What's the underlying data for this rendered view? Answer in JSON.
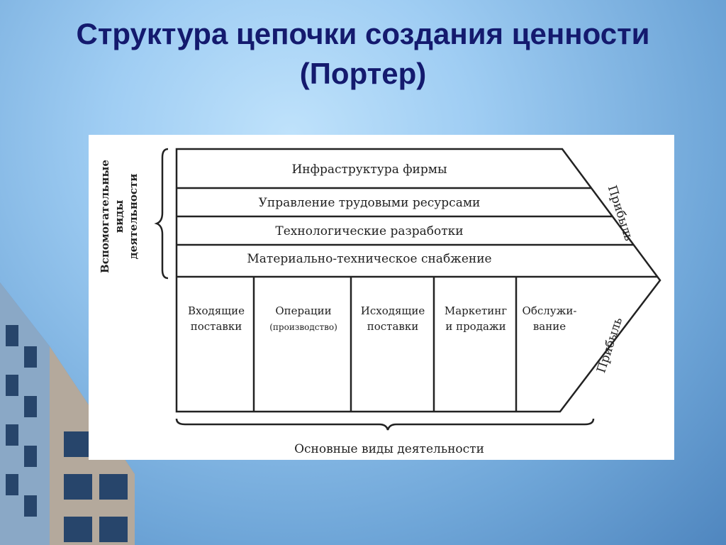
{
  "slide": {
    "title_line1": "Структура цепочки создания ценности",
    "title_line2": "(Портер)"
  },
  "diagram": {
    "support_label_line1": "Вспомогательные",
    "support_label_line2": "виды",
    "support_label_line3": "деятельности",
    "support_activities": [
      "Инфраструктура фирмы",
      "Управление трудовыми ресурсами",
      "Технологические разработки",
      "Материально-техническое снабжение"
    ],
    "primary_activities": [
      {
        "line1": "Входящие",
        "line2": "поставки"
      },
      {
        "line1": "Операции",
        "line2": "(производство)"
      },
      {
        "line1": "Исходящие",
        "line2": "поставки"
      },
      {
        "line1": "Маркетинг",
        "line2": "и продажи"
      },
      {
        "line1": "Обслужи-",
        "line2": "вание"
      }
    ],
    "margin_label_top": "Прибыль",
    "margin_label_bottom": "Прибыль",
    "primary_label": "Основные виды деятельности"
  },
  "colors": {
    "title": "#141a6e",
    "line": "#222222"
  }
}
